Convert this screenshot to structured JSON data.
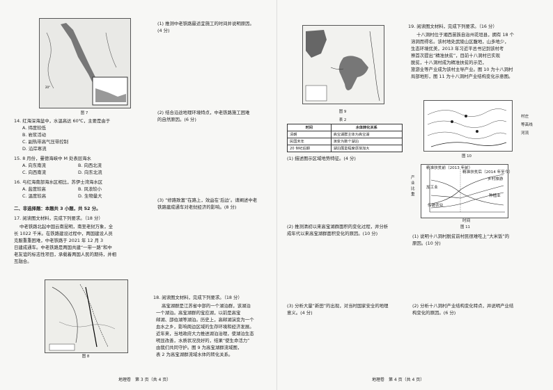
{
  "left_page": {
    "fig7_caption": "图 7",
    "q14_stem": "14. 红海深海盆中，水温高达 60℃，主要是由于",
    "q14_options": [
      "A. 纬度较低",
      "B. 岩浆活动",
      "C. 副热带高气压带控制",
      "D. 沿岸寒流"
    ],
    "q15_stem": "15. 8 月份，曼德海峡中 M 处表层海水",
    "q15_options": [
      "A. 向东南流",
      "B. 向西北流",
      "C. 向西南流",
      "D. 向东北流"
    ],
    "q16_stem": "16. 与红海南部海水区相比，苏伊士湾海水区",
    "q16_options": [
      "A. 盐度较高",
      "B. 风浪较小",
      "C. 温度较高",
      "D. 生物量大"
    ],
    "section_title": "二、非选择题：本题共 3 小题，共 52 分。",
    "q17_stem": "17. 阅读图文材料，完成下列要求。（18 分）",
    "q17_para": [
      "中老铁路北起中国云南昆明，南至老挝万象，全",
      "长 1022 千米。在铁路建设过程中，两国建设人员",
      "克服重重困难，中老铁路于 2021 年 12 月 3",
      "日建成通车。中老铁路是两国共建“一带一路”和中",
      "老友谊的标志性项目，承载着两国人民的期待，并相",
      "互融合。"
    ],
    "fig8_caption": "图 8",
    "q17_1": [
      "(1) 推测中老铁路最适宜施工的时间并说明原因。",
      "(4 分)"
    ],
    "q17_2": [
      "(2) 结合沿途地理环境特点，中老铁路施工困难",
      "的自然原因。(6 分)"
    ],
    "q17_3": [
      "(3) “修路致富”在路上，效益在‘后边’。请阐述中老",
      "铁路建成通车对老挝经济的影响。(8 分)"
    ],
    "q18_stem": "18. 阅读图文材料，完成下列要求。（18 分）",
    "q18_para": [
      "高宝湖群是江苏省中部的一个湖泊群，该湖泊",
      "一个湖泊。高宝湖群的宝应湖，以前是高宝",
      "邮湖、邵伯湖等湖泊。历史上，高邮湖演变为一个",
      "血水之乡，影响周边区域的生存环境和经济发展。",
      "近年来，当地政府大力推进湖泊治理，使湖泊生态",
      "明显改善，水质状况良好的，结果“使生命活力”",
      "由我们共同守护。图 9 为高宝湖群流域图，",
      "表 2 为高宝湖群流域水体的转化关系。"
    ],
    "footer": "地理卷　第 3 页（共 4 页）"
  },
  "right_page": {
    "fig9_caption": "图 9",
    "table_caption": "表 2",
    "table_headers": [
      "时间",
      "水体转化关系"
    ],
    "table_rows": [
      [
        "清朝",
        "高宝湖群主体为高宝湖"
      ],
      [
        "民国末年",
        "演变为数个湖泊"
      ],
      [
        "20 世纪后期",
        "湖泊围垦程度逐渐加大"
      ]
    ],
    "q18_1": "(1) 描述图示区域地势特征。(4 分)",
    "q18_2": [
      "(2) 推测清初以来高宝湖群面积的变化过程，并分析",
      "成年代以来高宝湖群面积变化的原因。(10 分)"
    ],
    "q18_3": [
      "(3) 分析大量“新田”的出现，对当时国家安全的地理",
      "意义。(4 分)"
    ],
    "q19_stem": "19. 阅读图文材料，完成下列要求。（16 分）",
    "q19_para": [
      "十八洞村位于湘西苗族自治州花垣县，拥有 18 个",
      "溶洞而得名。该村地处武陵山区腹地，山多地少，",
      "生态环境优美，2013 年习近平总书记到该村考",
      "察首次提出“精准扶贫”，目前十八洞村已实现",
      "脱贫，十八洞村成为精准扶贫的示范，",
      "旅游业等产业成为该村主导产业。图 10 为十八洞村",
      "局部地形，图 11 为十八洞村产业结构变化示意图。"
    ],
    "fig10_caption": "图 10",
    "fig10_legend": [
      "村庄",
      "等高线",
      "河流"
    ],
    "fig11_caption": "图 11",
    "fig11_labels": {
      "ylabel": "产业比重",
      "tag1": "精准扶贫前（2013 年前）",
      "tag2": "精准扶贫后（2014 年至今）",
      "xlabel": "时间",
      "s1": "乡村旅游",
      "s2": "种植业",
      "s3": "传统农业",
      "s4": "加工业"
    },
    "q19_1": [
      "(1) 说明十八洞村脱贫前村民很难吃上“大米饭”的",
      "原因。(10 分)"
    ],
    "q19_2": [
      "(2) 分析十八洞村产业结构变化特点，并说明产业结",
      "构变化的原因。(6 分)"
    ],
    "footer": "地理卷　第 4 页（共 4 页）"
  },
  "colors": {
    "map_land": "#d9d9d9",
    "map_water": "#555555",
    "ink": "#222222"
  }
}
